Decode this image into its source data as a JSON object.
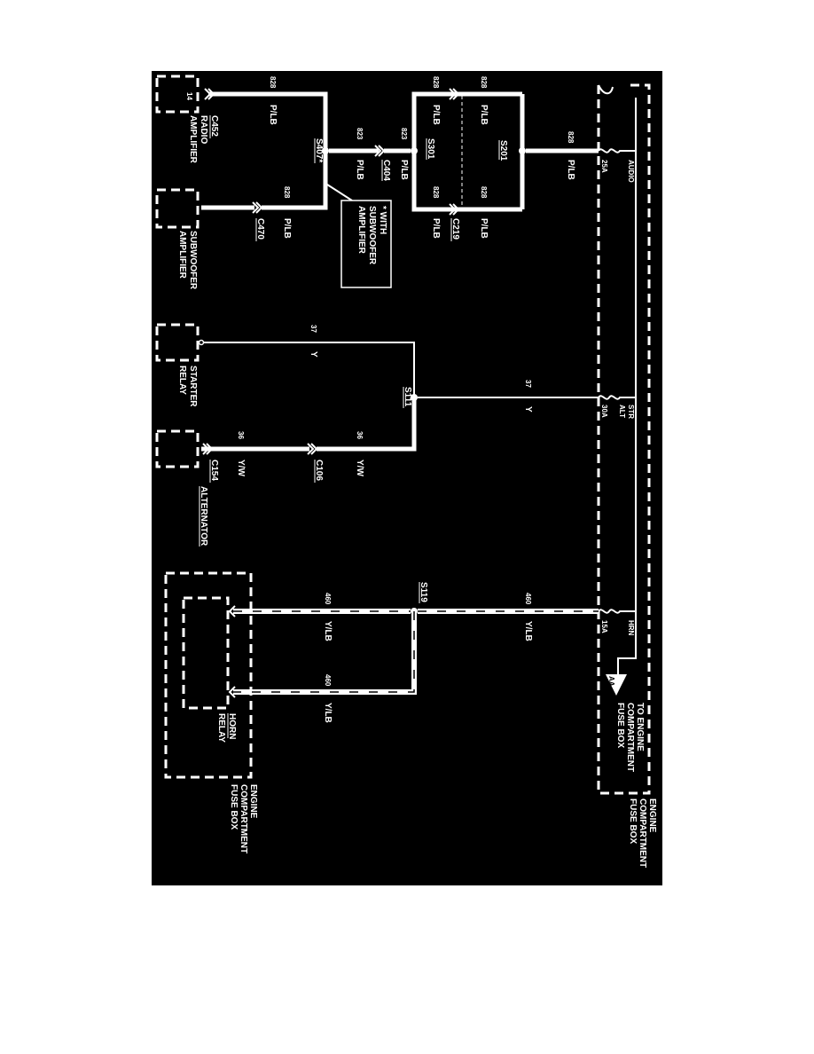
{
  "colors": {
    "background": "#000000",
    "foreground": "#ffffff",
    "page": "#ffffff"
  },
  "fuse_box_top": {
    "label_line1": "ENGINE",
    "label_line2": "COMPARTMENT",
    "label_line3": "FUSE BOX"
  },
  "fuse_box_bottom": {
    "label_line1": "ENGINE",
    "label_line2": "COMPARTMENT",
    "label_line3": "FUSE BOX"
  },
  "fuses": [
    {
      "name": "AUDIO",
      "rating": "25A"
    },
    {
      "name_line1": "STR",
      "name_line2": "ALT",
      "rating": "30A"
    },
    {
      "name": "HRN",
      "rating": "15A"
    }
  ],
  "to_fuse_box": {
    "connector": "AA",
    "line1": "TO ENGINE",
    "line2": "COMPARTMENT",
    "line3": "FUSE BOX"
  },
  "splices": {
    "s201": "S201",
    "s301": "S301",
    "s407": "S407*",
    "s111": "S111",
    "s119": "S119"
  },
  "connectors": {
    "c219": "C219",
    "c404": "C404",
    "c452": "C452",
    "c470": "C470",
    "c106": "C106",
    "c154": "C154",
    "pin14": "14"
  },
  "circuits": {
    "c828": "828",
    "c823": "823",
    "c37": "37",
    "c36": "36",
    "c460": "460",
    "plb": "P/LB",
    "y": "Y",
    "yw": "Y/W",
    "ylb": "Y/LB"
  },
  "note": {
    "line1": "* WITH",
    "line2": "SUBWOOFER",
    "line3": "AMPLIFIER"
  },
  "components": {
    "radio_amp_line1": "RADIO",
    "radio_amp_line2": "AMPLIFIER",
    "sub_amp_line1": "SUBWOOFER",
    "sub_amp_line2": "AMPLIFIER",
    "starter_line1": "STARTER",
    "starter_line2": "RELAY",
    "alternator": "ALTERNATOR",
    "horn_line1": "HORN",
    "horn_line2": "RELAY"
  }
}
